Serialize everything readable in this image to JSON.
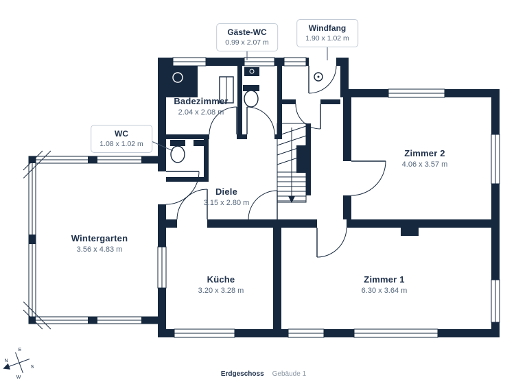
{
  "meta": {
    "floor_label": "Erdgeschoss",
    "building_label": "Gebäude 1"
  },
  "rooms": [
    {
      "name": "Badezimmer",
      "dims": "2.04 x 2.08 m"
    },
    {
      "name": "Diele",
      "dims": "3.15 x 2.80 m"
    },
    {
      "name": "Wintergarten",
      "dims": "3.56 x 4.83 m"
    },
    {
      "name": "Küche",
      "dims": "3.20 x 3.28 m"
    },
    {
      "name": "Zimmer 2",
      "dims": "4.06 x 3.57 m"
    },
    {
      "name": "Zimmer 1",
      "dims": "6.30 x 3.64 m"
    }
  ],
  "callouts": [
    {
      "name": "Gäste-WC",
      "dims": "0.99 x 2.07 m"
    },
    {
      "name": "Windfang",
      "dims": "1.90 x 1.02 m"
    },
    {
      "name": "WC",
      "dims": "1.08 x 1.02 m"
    }
  ],
  "compass": {
    "n": "N",
    "e": "E",
    "s": "S",
    "w": "W"
  },
  "colors": {
    "wall": "#16283E",
    "room_name_text": "#20324C",
    "dims_text": "#55677C",
    "callout_border": "#C2CBD6",
    "footer_muted": "#8B97A4"
  }
}
